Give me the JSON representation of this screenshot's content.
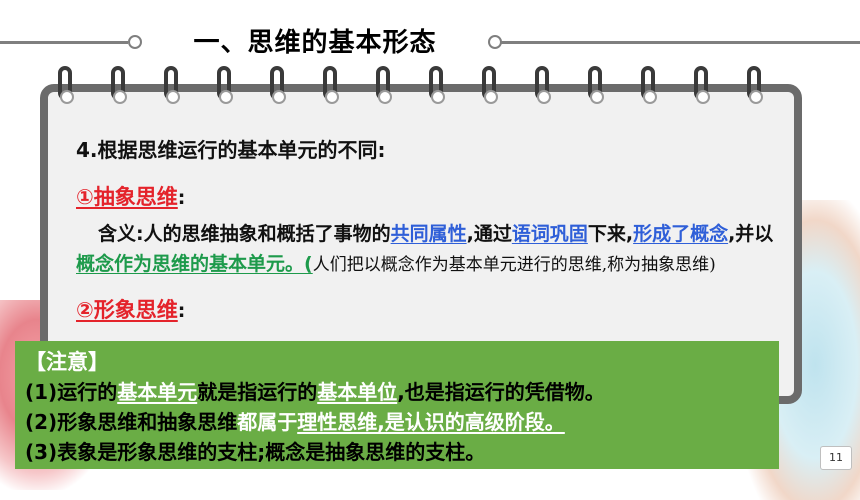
{
  "slide": {
    "title": "一、思维的基本形态",
    "page_number": "11",
    "colors": {
      "accent_red": "#e4232b",
      "accent_blue": "#2f5fd8",
      "accent_green": "#1d9a4b",
      "notice_bg": "#6aad45"
    }
  },
  "card": {
    "heading": "4.根据思维运行的基本单元的不同:",
    "section1": {
      "label": "①抽象思维",
      "colon": ":",
      "p_indent_lead": "含义:人的思维抽象和概括了事物的",
      "p_blue1": "共同属性",
      "p_mid1": ",通过",
      "p_blue2": "语词巩固",
      "p_mid2": "下来,",
      "p_blue3": "形成了概念",
      "p_mid3": ",并以",
      "p_green1": "概念作为思维的",
      "p_green2": "基本单元",
      "p_end": "。(",
      "p_note": "人们把以概念作为基本单元进行的思维,称为抽象思维)"
    },
    "section2": {
      "label": "②形象思维",
      "colon": ":"
    }
  },
  "notice": {
    "title": "【注意】",
    "line1_a": "(1)运行的",
    "line1_b": "基本单元",
    "line1_c": "就是指运行的",
    "line1_d": "基本单位",
    "line1_e": ",也是指运行的凭借物。",
    "line2_a": "(2)形象思维和抽象思维",
    "line2_b": "都属于",
    "line2_c": "理性思维,是认识的高级阶段。",
    "line3": "(3)表象是形象思维的支柱;概念是抽象思维的支柱。"
  }
}
